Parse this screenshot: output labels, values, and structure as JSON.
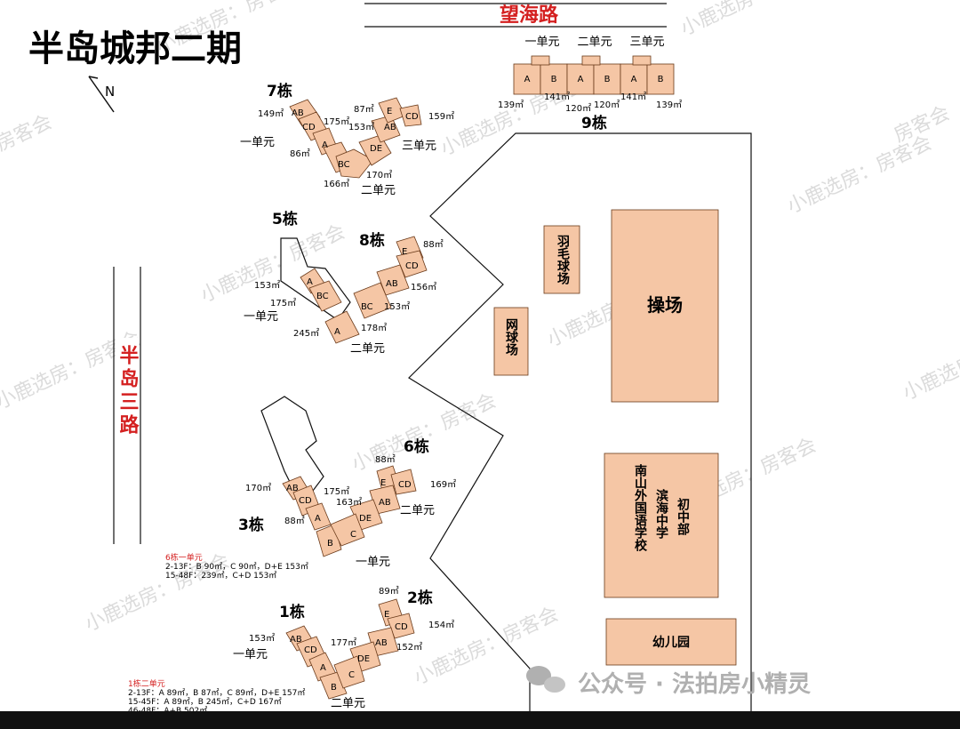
{
  "title": "半岛城邦二期",
  "north": "N",
  "roads": {
    "top": "望海路",
    "left": "半岛三路"
  },
  "buildings": {
    "b7": {
      "name": "7栋",
      "units": [
        "一单元",
        "二单元",
        "三单元"
      ],
      "labels": [
        "AB",
        "CD",
        "A",
        "BC",
        "DE",
        "AB",
        "E",
        "CD"
      ],
      "areas": [
        "149㎡",
        "175㎡",
        "86㎡",
        "166㎡",
        "170㎡",
        "153㎡",
        "87㎡",
        "159㎡"
      ]
    },
    "b5": {
      "name": "5栋",
      "unit": "一单元",
      "labels": [
        "A",
        "BC"
      ],
      "areas": [
        "153㎡",
        "175㎡",
        "245㎡"
      ]
    },
    "b8": {
      "name": "8栋",
      "unit": "二单元",
      "labels": [
        "E",
        "CD",
        "AB",
        "BC",
        "A"
      ],
      "areas": [
        "88㎡",
        "156㎡",
        "153㎡",
        "178㎡"
      ]
    },
    "b6": {
      "name": "6栋",
      "unit": "二单元",
      "labels": [
        "E",
        "CD",
        "AB",
        "DE",
        "C"
      ],
      "areas": [
        "88㎡",
        "169㎡",
        "163㎡"
      ]
    },
    "b3": {
      "name": "3栋",
      "unit": "一单元",
      "labels": [
        "AB",
        "CD",
        "A",
        "B"
      ],
      "areas": [
        "170㎡",
        "175㎡",
        "88㎡"
      ]
    },
    "b2": {
      "name": "2栋",
      "labels": [
        "E",
        "CD",
        "AB",
        "DE",
        "C"
      ],
      "areas": [
        "89㎡",
        "154㎡",
        "152㎡"
      ]
    },
    "b1": {
      "name": "1栋",
      "units": [
        "一单元",
        "二单元"
      ],
      "labels": [
        "AB",
        "CD",
        "A",
        "B"
      ],
      "areas": [
        "153㎡",
        "177㎡"
      ]
    },
    "b9": {
      "name": "9栋",
      "units": [
        "一单元",
        "二单元",
        "三单元"
      ],
      "labels": [
        "A",
        "B",
        "A",
        "B",
        "A",
        "B"
      ],
      "areas": [
        "139㎡",
        "141㎡",
        "120㎡",
        "120㎡",
        "141㎡",
        "139㎡"
      ]
    }
  },
  "facilities": {
    "badminton": "羽毛球场",
    "tennis": "网球场",
    "playground": "操场",
    "school": [
      "南山外国语学校",
      "滨海中学",
      "初中部"
    ],
    "kindergarten": "幼儿园"
  },
  "notes": {
    "b6": {
      "title": "6栋一单元",
      "lines": [
        "2-13F：B 90㎡，C 90㎡，D+E 153㎡",
        "15-48F：239㎡，C+D 153㎡"
      ]
    },
    "b1": {
      "title": "1栋二单元",
      "lines": [
        "2-13F：A 89㎡，B 87㎡，C 89㎡，D+E 157㎡",
        "15-45F：A 89㎡，B 245㎡，C+D 167㎡",
        "46-48F：A+B 502㎡"
      ]
    }
  },
  "watermarks": [
    "小鹿选房：房客会",
    "小鹿选房",
    "房客会"
  ],
  "footer": {
    "text": "公众号 · 法拍房小精灵"
  },
  "colors": {
    "building": "#f5c6a5",
    "road_label": "#d42020",
    "facility": "#f5c6a5"
  }
}
